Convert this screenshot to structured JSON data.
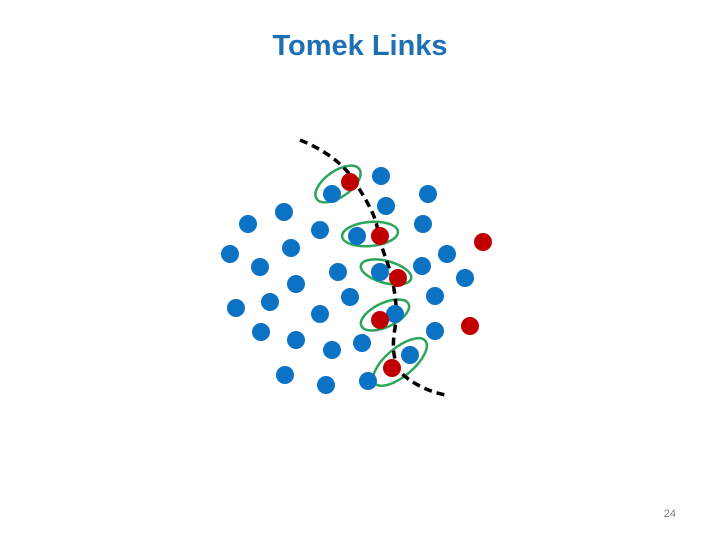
{
  "slide": {
    "title": "Tomek Links",
    "page_number": "24"
  },
  "colors": {
    "title": "#1f6fb4",
    "majority_point": "#0c72c4",
    "minority_point": "#c00000",
    "tomek_link_ellipse": "#2aa55a",
    "decision_boundary": "#000000"
  },
  "legend_semantics": {
    "majority_class": "blue-point",
    "minority_class": "red-point",
    "tomek_link": "green-ellipse",
    "boundary": "dashed-curve"
  }
}
